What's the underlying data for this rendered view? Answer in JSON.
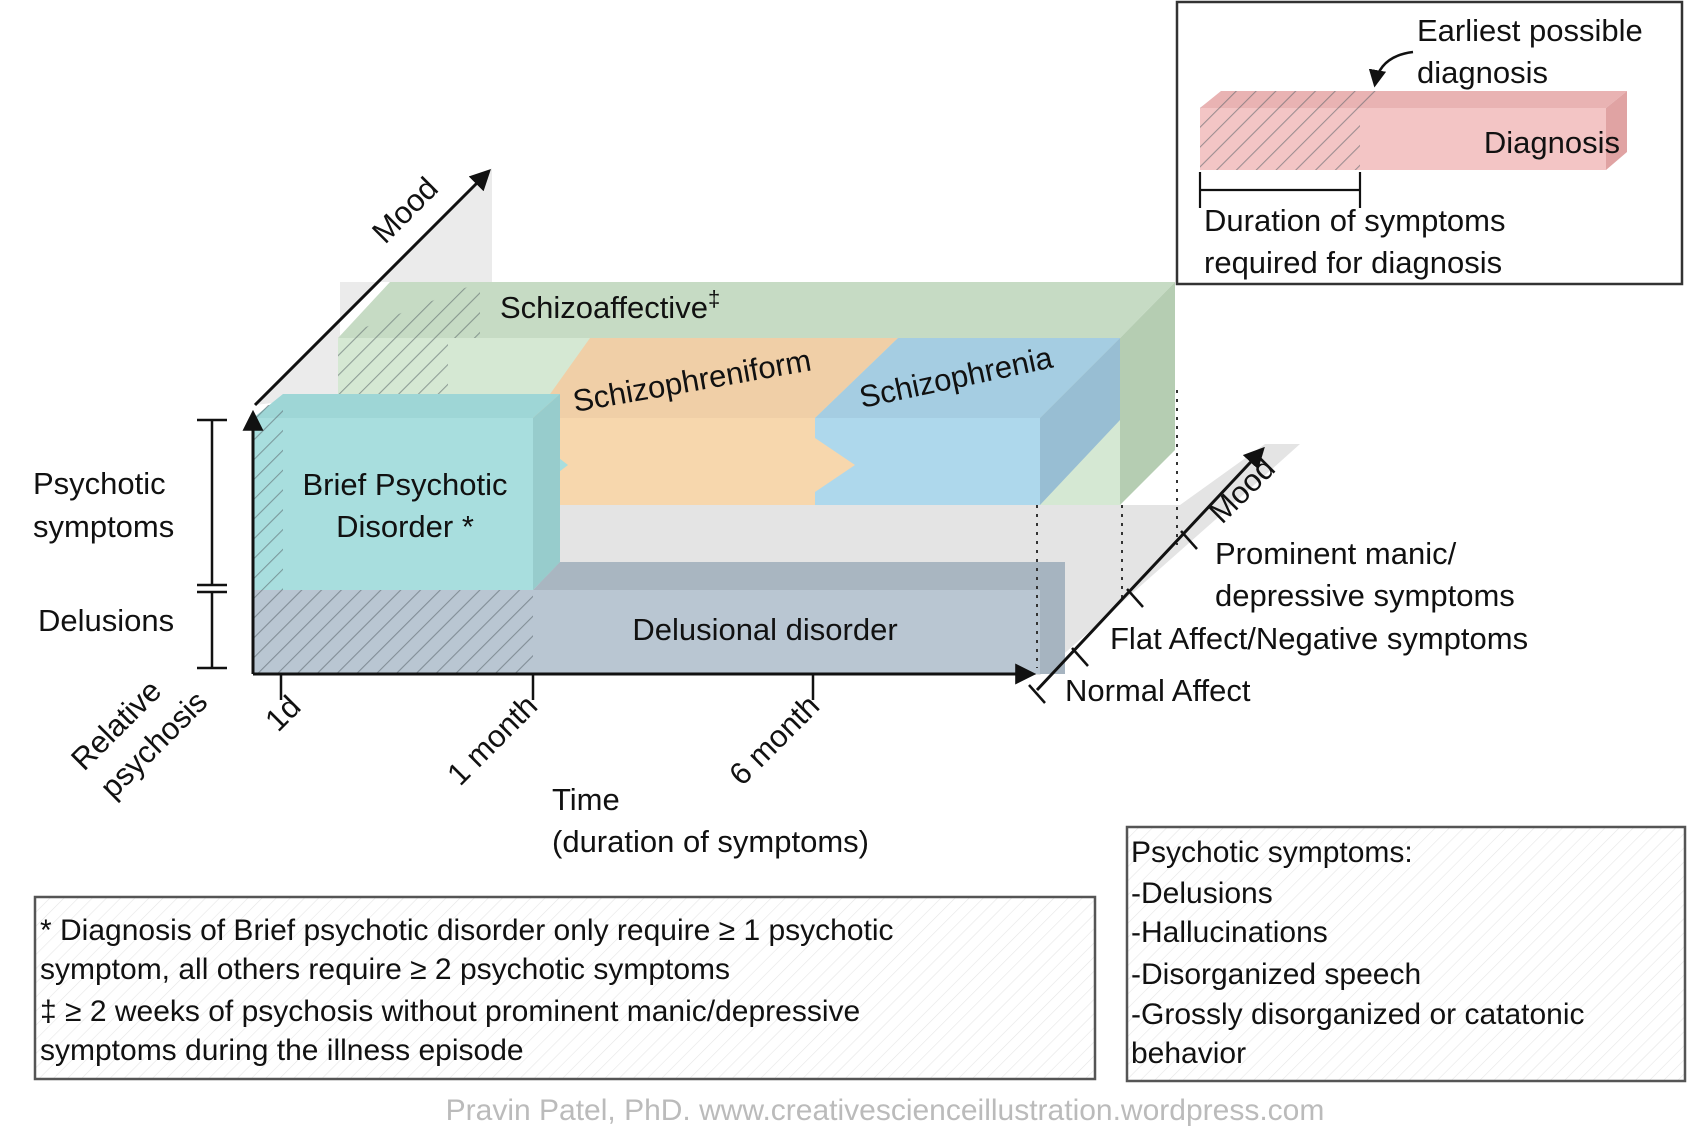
{
  "legend": {
    "earliest_line1": "Earliest possible",
    "earliest_line2": "diagnosis",
    "diagnosis": "Diagnosis",
    "duration_line1": "Duration of symptoms",
    "duration_line2": "required for diagnosis"
  },
  "axes": {
    "mood_top": "Mood",
    "mood_right": "Mood",
    "relative_line1": "Relative",
    "relative_line2": "psychosis",
    "time_line1": "Time",
    "time_line2": "(duration of symptoms)"
  },
  "time_ticks": [
    "1d",
    "1 month",
    "6 month"
  ],
  "y_labels": {
    "psychotic_line1": "Psychotic",
    "psychotic_line2": "symptoms",
    "delusions": "Delusions"
  },
  "mood_levels": {
    "manic_line1": "Prominent manic/",
    "manic_line2": "depressive symptoms",
    "flat": "Flat Affect/Negative symptoms",
    "normal": "Normal Affect"
  },
  "disorders": {
    "schizoaffective": "Schizoaffective",
    "schizoaffective_mark": "‡",
    "schizophreniform": "Schizophreniform",
    "schizophrenia": "Schizophrenia",
    "brief_line1": "Brief Psychotic",
    "brief_line2": "Disorder *",
    "delusional": "Delusional disorder"
  },
  "colors": {
    "schizoaffective": "#c9dcc6",
    "schizophreniform": "#f6d6ab",
    "schizophrenia": "#aed8ea",
    "brief": "#a8dede",
    "delusional": "#b9c7d3",
    "diagnosis": "#f2c4c4"
  },
  "notes": {
    "line1": "* Diagnosis of Brief psychotic disorder only require ≥ 1 psychotic",
    "line2": "symptom, all others require ≥ 2 psychotic symptoms",
    "line3": "‡ ≥ 2 weeks of psychosis without prominent manic/depressive",
    "line4": "symptoms during the illness episode"
  },
  "symptoms_box": {
    "title": "Psychotic symptoms:",
    "items": [
      "-Delusions",
      "-Hallucinations",
      "-Disorganized speech",
      "-Grossly disorganized or catatonic",
      "behavior"
    ]
  },
  "credit": "Pravin Patel, PhD. www.creativescienceillustration.wordpress.com"
}
